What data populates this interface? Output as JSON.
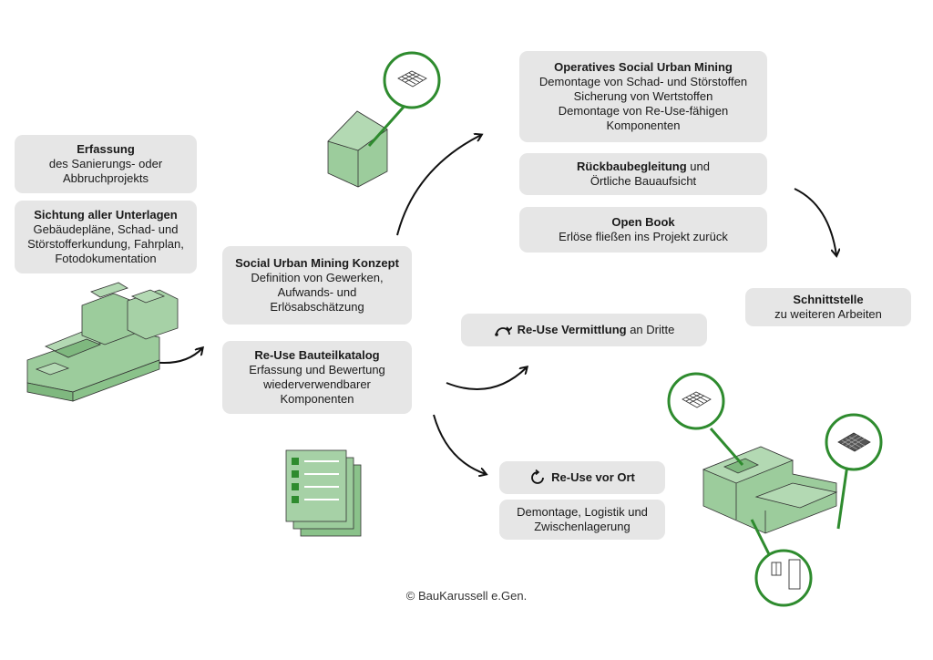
{
  "erfassung": {
    "title": "Erfassung",
    "lines": [
      "des Sanierungs- oder",
      "Abbruchprojekts"
    ]
  },
  "sichtung": {
    "title": "Sichtung aller Unterlagen",
    "lines": [
      "Gebäudepläne, Schad- und",
      "Störstofferkundung, Fahrplan,",
      "Fotodokumentation"
    ]
  },
  "konzept": {
    "title": "Social Urban Mining Konzept",
    "lines": [
      "Definition von Gewerken,",
      "Aufwands- und",
      "Erlösabschätzung"
    ]
  },
  "katalog": {
    "title": "Re-Use Bauteilkatalog",
    "lines": [
      "Erfassung und Bewertung",
      "wiederverwendbarer",
      "Komponenten"
    ]
  },
  "operativ": {
    "title": "Operatives Social Urban Mining",
    "lines": [
      "Demontage von Schad- und Störstoffen",
      "Sicherung von Wertstoffen",
      "Demontage von Re-Use-fähigen",
      "Komponenten"
    ]
  },
  "rueckbau": {
    "title": "Rückbaubegleitung",
    "suffix": " und",
    "line2": "Örtliche Bauaufsicht"
  },
  "openbook": {
    "title": "Open Book",
    "line": "Erlöse fließen ins Projekt zurück"
  },
  "schnittstelle": {
    "title": "Schnittstelle",
    "line": "zu weiteren Arbeiten"
  },
  "vermittlung": {
    "title": "Re-Use Vermittlung",
    "suffix": " an Dritte",
    "icon": "arc-arrows-icon"
  },
  "vorort": {
    "title": "Re-Use vor Ort",
    "icon": "circular-arrow-icon"
  },
  "demontage": {
    "lines": [
      "Demontage, Logistik und",
      "Zwischenlagerung"
    ]
  },
  "footer": "© BauKarussell e.Gen.",
  "colors": {
    "green_fill": "#9ccc9c",
    "green_dark": "#2e8b2e",
    "box_bg": "#e6e6e6",
    "arrow": "#111111"
  }
}
